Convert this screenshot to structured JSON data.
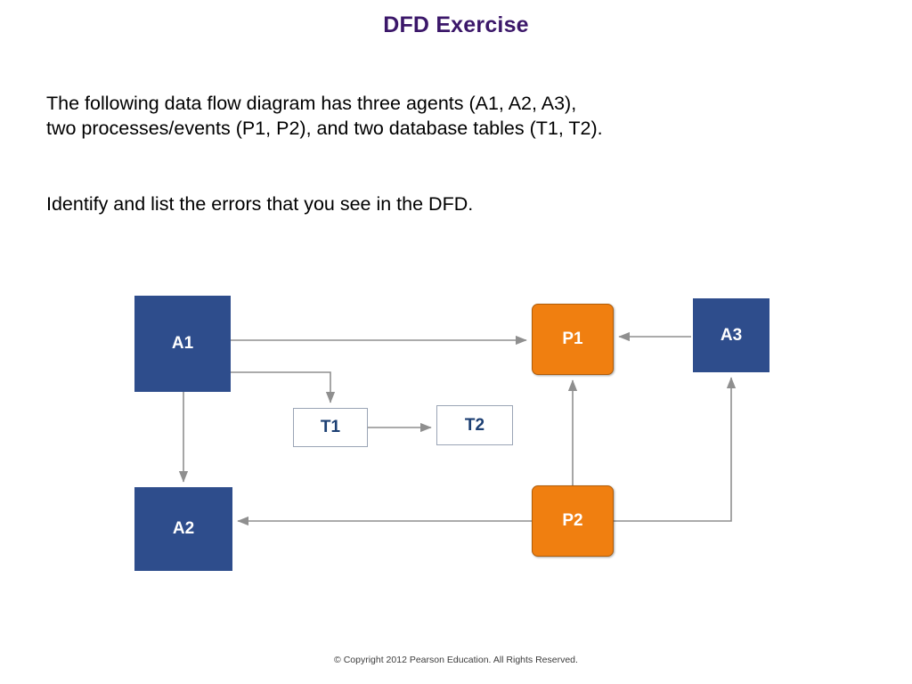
{
  "slide": {
    "title": "DFD Exercise",
    "paragraph_1": "The following data flow diagram has three agents (A1, A2, A3),\ntwo processes/events (P1, P2), and two database tables (T1, T2).",
    "paragraph_2": "Identify and list the errors that you see in the DFD.",
    "copyright": "© Copyright 2012 Pearson Education. All Rights Reserved."
  },
  "colors": {
    "title": "#3b1769",
    "agent_fill": "#2e4d8c",
    "process_fill": "#f07f10",
    "table_fill": "#ffffff",
    "table_border": "#9aa4b5",
    "arrow": "#8f8f8f",
    "text_light": "#ffffff",
    "text_dark": "#1c3f73"
  },
  "diagram": {
    "type": "data-flow-diagram",
    "nodes": [
      {
        "id": "A1",
        "label": "A1",
        "kind": "agent"
      },
      {
        "id": "A2",
        "label": "A2",
        "kind": "agent"
      },
      {
        "id": "A3",
        "label": "A3",
        "kind": "agent"
      },
      {
        "id": "P1",
        "label": "P1",
        "kind": "process"
      },
      {
        "id": "P2",
        "label": "P2",
        "kind": "process"
      },
      {
        "id": "T1",
        "label": "T1",
        "kind": "table"
      },
      {
        "id": "T2",
        "label": "T2",
        "kind": "table"
      }
    ],
    "edges": [
      {
        "from": "A1",
        "to": "P1",
        "direction": "right"
      },
      {
        "from": "A1",
        "to": "T1",
        "direction": "down"
      },
      {
        "from": "A1",
        "to": "A2",
        "direction": "down"
      },
      {
        "from": "T1",
        "to": "T2",
        "direction": "right"
      },
      {
        "from": "A3",
        "to": "P1",
        "direction": "left"
      },
      {
        "from": "P2",
        "to": "P1",
        "direction": "up"
      },
      {
        "from": "P2",
        "to": "A2",
        "direction": "left"
      },
      {
        "from": "P2",
        "to": "A3",
        "direction": "right-up"
      }
    ]
  }
}
